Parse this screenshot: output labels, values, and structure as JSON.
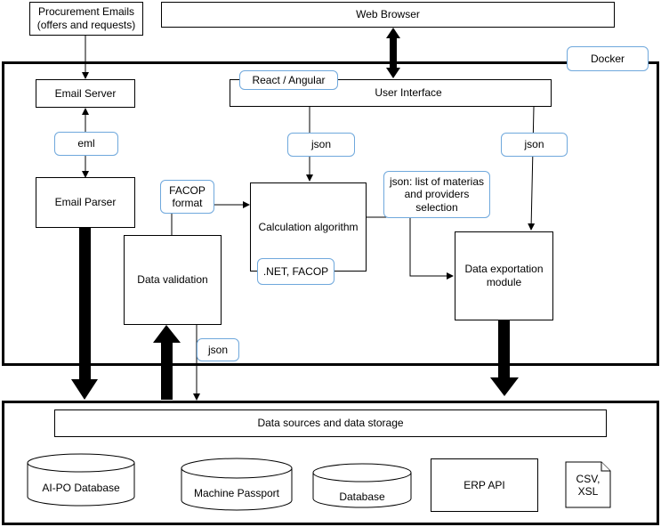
{
  "nodes": {
    "procurement_emails": "Procurement Emails\n(offers and requests)",
    "web_browser": "Web Browser",
    "docker": "Docker",
    "email_server": "Email Server",
    "react_angular": "React / Angular",
    "user_interface": "User Interface",
    "eml": "eml",
    "json_ui_calc": "json",
    "json_ui_export": "json",
    "email_parser": "Email Parser",
    "facop_format": "FACOP\nformat",
    "calculation_algorithm": "Calculation algorithm",
    "json_list": "json: list of materias\nand providers\nselection",
    "data_validation": "Data validation",
    "net_facop": ".NET, FACOP",
    "data_exportation": "Data exportation\nmodule",
    "json_validation": "json",
    "data_sources": "Data sources and data storage",
    "aipo_database": "AI-PO Database",
    "machine_passport": "Machine Passport",
    "database": "Database",
    "erp_api": "ERP API",
    "csv_xsl": "CSV,\nXSL"
  },
  "colors": {
    "tag_border": "#6fa8dc",
    "line": "#000000"
  }
}
